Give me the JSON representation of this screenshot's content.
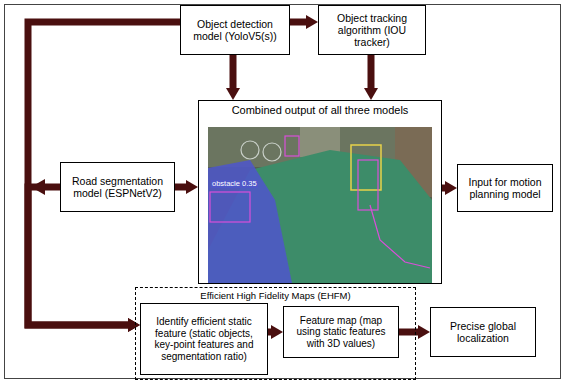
{
  "diagram": {
    "nodes": [
      {
        "text": [
          "Object detection model (YoloV5(s))"
        ]
      },
      {
        "text": [
          "Object tracking algorithm (IOU tracker)"
        ]
      },
      {
        "text": [
          "Combined output of all three models"
        ]
      },
      {
        "text": [
          "Road segmentation model (ESPNetV2)"
        ]
      },
      {
        "text": [
          "Input for motion planning model"
        ]
      },
      {
        "text": [
          "Efficient High Fidelity Maps (EHFM)"
        ]
      },
      {
        "text": [
          "Identify efficient static feature (static objects, key-point features and segmentation ratio)"
        ],
        "in": 5
      },
      {
        "text": [
          "Feature map (map using static features with 3D values)"
        ],
        "in": 5
      },
      {
        "text": [
          "Precise global localization"
        ]
      }
    ],
    "edges": [
      {
        "from": 0,
        "to": 1,
        "arrow": "to"
      },
      {
        "from": 0,
        "to": 2,
        "arrow": "to"
      },
      {
        "from": 1,
        "to": 2,
        "arrow": "to"
      },
      {
        "from": 0,
        "to": 6,
        "arrow": "to"
      },
      {
        "from": 3,
        "to": 6,
        "arrow": "to"
      },
      {
        "from": 3,
        "to": 2,
        "arrow": "to"
      },
      {
        "from": 2,
        "to": 4,
        "arrow": "to"
      },
      {
        "from": 6,
        "to": 7,
        "arrow": "to"
      },
      {
        "from": 7,
        "to": 8,
        "arrow": "to"
      }
    ],
    "labels": [
      "obstacle 0.35"
    ]
  }
}
